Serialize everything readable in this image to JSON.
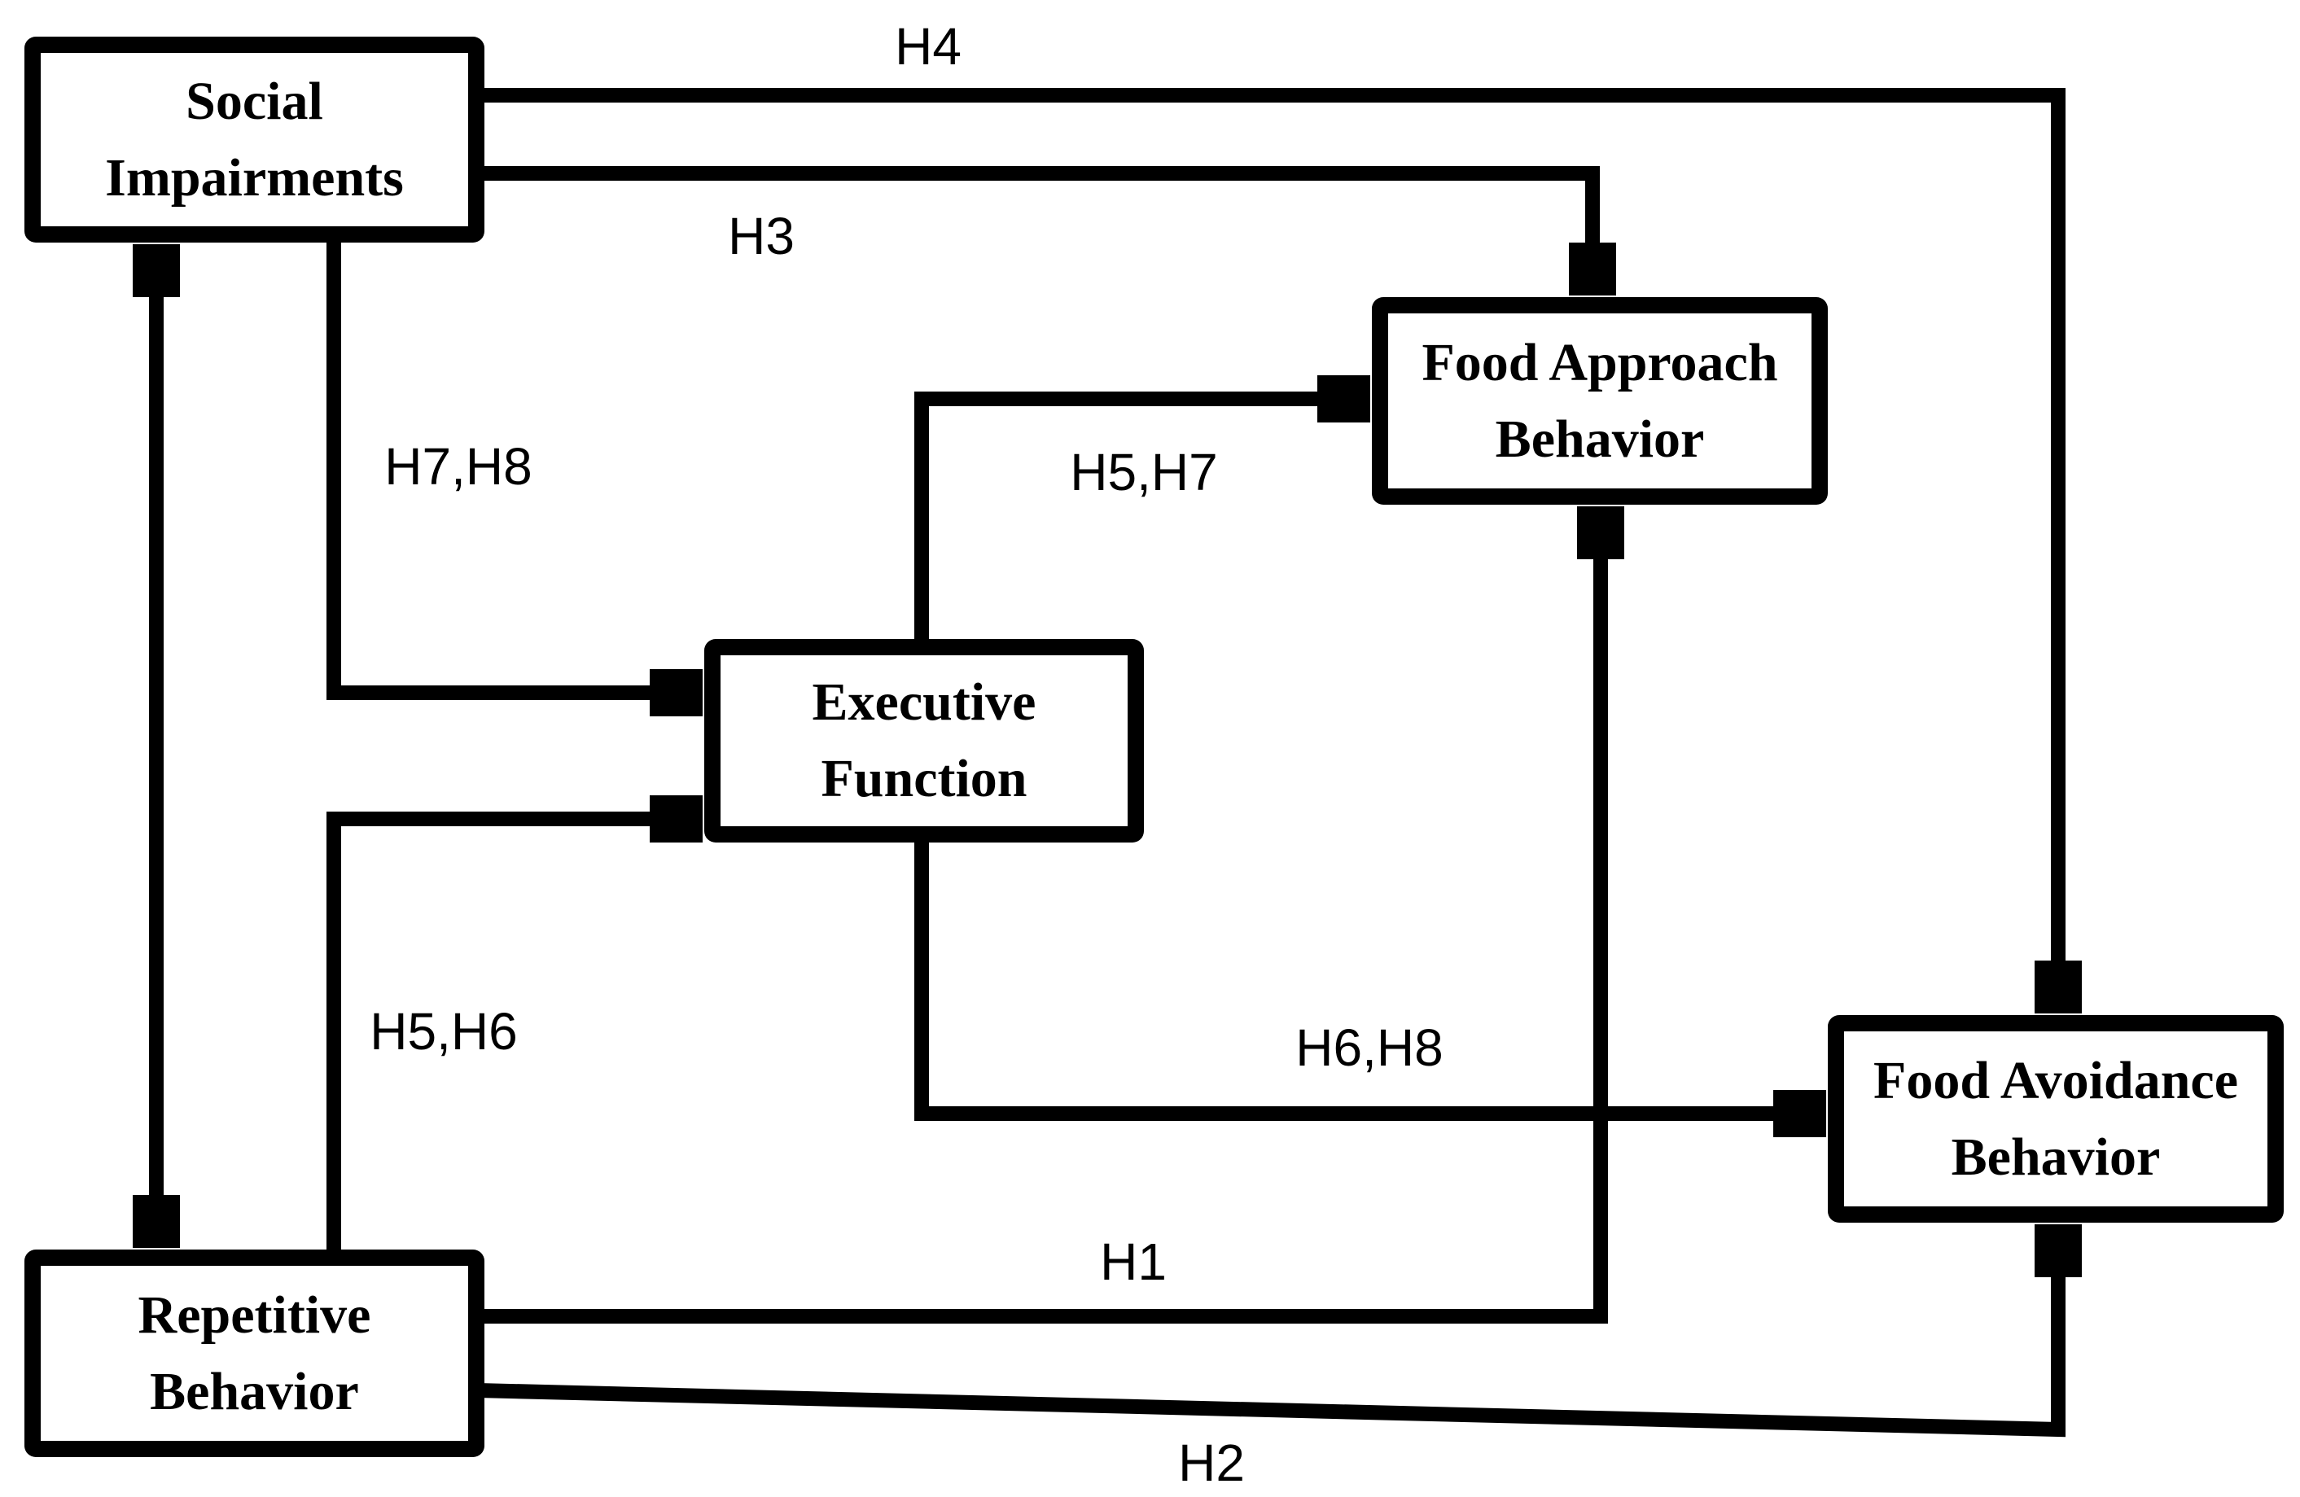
{
  "diagram": {
    "type": "path-model",
    "colors": {
      "background": "#ffffff",
      "line": "#000000",
      "box_border": "#000000",
      "box_fill": "#ffffff",
      "text": "#000000"
    },
    "nodes": [
      {
        "id": "social-impairments",
        "line1": "Social",
        "line2": "Impairments"
      },
      {
        "id": "food-approach-behavior",
        "line1": "Food Approach",
        "line2": "Behavior"
      },
      {
        "id": "executive-function",
        "line1": "Executive",
        "line2": "Function"
      },
      {
        "id": "food-avoidance-behavior",
        "line1": "Food Avoidance",
        "line2": "Behavior"
      },
      {
        "id": "repetitive-behavior",
        "line1": "Repetitive",
        "line2": "Behavior"
      }
    ],
    "edges": [
      {
        "id": "h4",
        "label": "H4",
        "from": "Social Impairments",
        "to": "Food Avoidance Behavior",
        "type": "directed"
      },
      {
        "id": "h3",
        "label": "H3",
        "from": "Social Impairments",
        "to": "Food Approach Behavior",
        "type": "directed"
      },
      {
        "id": "h7h8",
        "label": "H7,H8",
        "from": "Social Impairments",
        "to": "Executive Function",
        "type": "directed"
      },
      {
        "id": "h5h7",
        "label": "H5,H7",
        "from": "Executive Function",
        "to": "Food Approach Behavior",
        "type": "directed"
      },
      {
        "id": "h5h6",
        "label": "H5,H6",
        "from": "Repetitive Behavior",
        "to": "Executive Function",
        "type": "directed"
      },
      {
        "id": "h6h8",
        "label": "H6,H8",
        "from": "Executive Function",
        "to": "Food Avoidance Behavior",
        "type": "directed"
      },
      {
        "id": "h1",
        "label": "H1",
        "from": "Repetitive Behavior",
        "to": "Food Approach Behavior",
        "type": "directed"
      },
      {
        "id": "h2",
        "label": "H2",
        "from": "Repetitive Behavior",
        "to": "Food Avoidance Behavior",
        "type": "directed"
      },
      {
        "id": "correlation",
        "label": "",
        "from": "Social Impairments",
        "to": "Repetitive Behavior",
        "type": "bidirectional"
      }
    ]
  }
}
